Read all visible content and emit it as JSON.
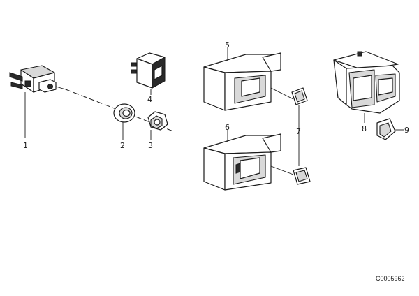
{
  "callouts": [
    "1",
    "2",
    "3",
    "4",
    "5",
    "6",
    "7",
    "8",
    "9"
  ],
  "diagram_code": "C0005962"
}
